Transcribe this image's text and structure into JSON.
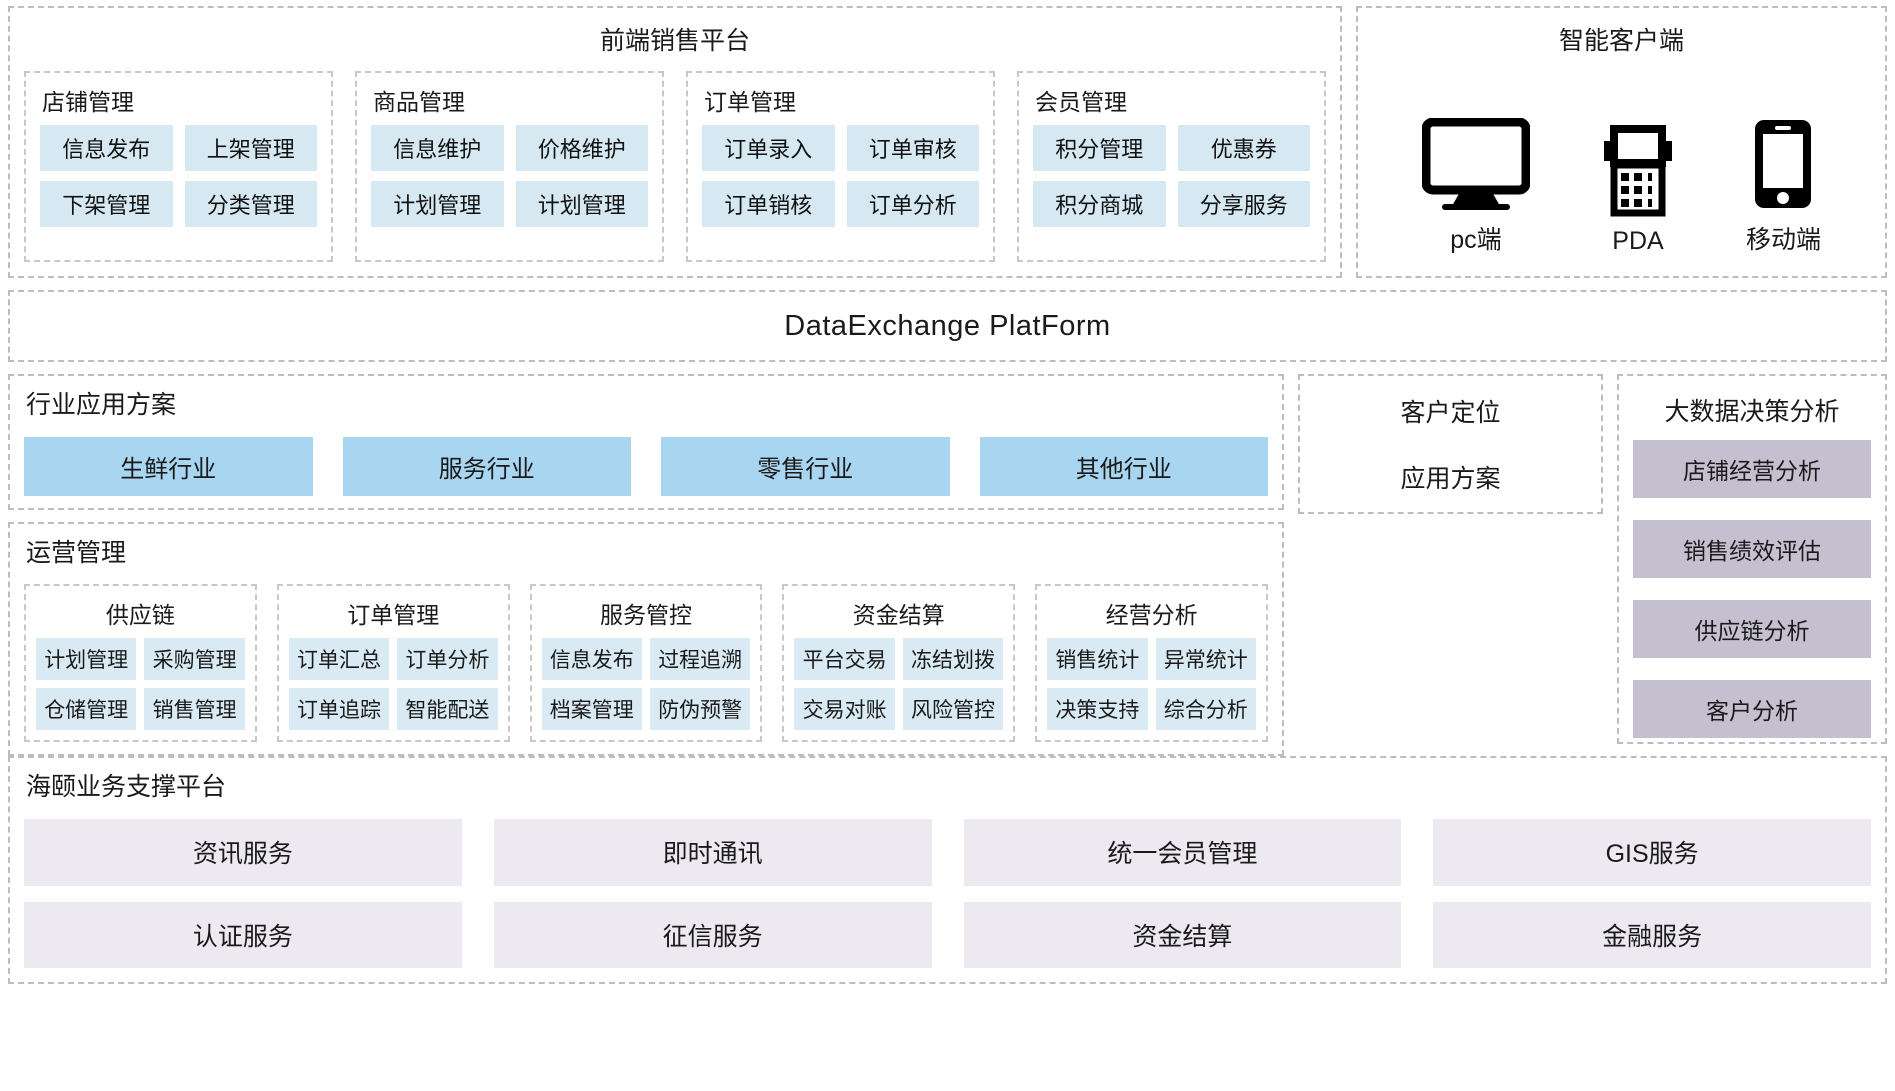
{
  "front_platform": {
    "title": "前端销售平台",
    "groups": [
      {
        "label": "店铺管理",
        "items": [
          "信息发布",
          "上架管理",
          "下架管理",
          "分类管理"
        ]
      },
      {
        "label": "商品管理",
        "items": [
          "信息维护",
          "价格维护",
          "计划管理",
          "计划管理"
        ]
      },
      {
        "label": "订单管理",
        "items": [
          "订单录入",
          "订单审核",
          "订单销核",
          "订单分析"
        ]
      },
      {
        "label": "会员管理",
        "items": [
          "积分管理",
          "优惠券",
          "积分商城",
          "分享服务"
        ]
      }
    ]
  },
  "smart_client": {
    "title": "智能客户端",
    "devices": [
      {
        "icon": "desktop-monitor-icon",
        "label": "pc端"
      },
      {
        "icon": "pda-terminal-icon",
        "label": "PDA"
      },
      {
        "icon": "mobile-phone-icon",
        "label": "移动端"
      }
    ]
  },
  "data_exchange": {
    "title": "DataExchange  PlatForm"
  },
  "industry": {
    "title": "行业应用方案",
    "tags": [
      "生鲜行业",
      "服务行业",
      "零售行业",
      "其他行业"
    ]
  },
  "customer_positioning": {
    "line1": "客户定位",
    "line2": "应用方案"
  },
  "big_data": {
    "title": "大数据决策分析",
    "items": [
      "店铺经营分析",
      "销售绩效评估",
      "供应链分析",
      "客户分析"
    ]
  },
  "operations": {
    "title": "运营管理",
    "groups": [
      {
        "label": "供应链",
        "items": [
          "计划管理",
          "采购管理",
          "仓储管理",
          "销售管理"
        ]
      },
      {
        "label": "订单管理",
        "items": [
          "订单汇总",
          "订单分析",
          "订单追踪",
          "智能配送"
        ]
      },
      {
        "label": "服务管控",
        "items": [
          "信息发布",
          "过程追溯",
          "档案管理",
          "防伪预警"
        ]
      },
      {
        "label": "资金结算",
        "items": [
          "平台交易",
          "冻结划拨",
          "交易对账",
          "风险管控"
        ]
      },
      {
        "label": "经营分析",
        "items": [
          "销售统计",
          "异常统计",
          "决策支持",
          "综合分析"
        ]
      }
    ]
  },
  "support_platform": {
    "title": "海颐业务支撑平台",
    "items": [
      "资讯服务",
      "即时通讯",
      "统一会员管理",
      "GIS服务",
      "认证服务",
      "征信服务",
      "资金结算",
      "金融服务"
    ]
  },
  "colors": {
    "tile_blue": "#d6e9f3",
    "tag_blue": "#a8d5ef",
    "bigdata_purple": "#c5c0d0",
    "support_lilac": "#ece9f0",
    "border_dash": "#bdbdbd"
  }
}
